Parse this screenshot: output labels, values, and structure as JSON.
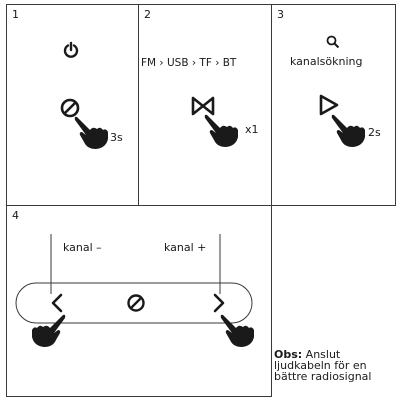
{
  "panels": [
    {
      "number": "1",
      "action": "power",
      "duration": "3s"
    },
    {
      "number": "2",
      "mode_sequence": "FM › USB › TF › BT",
      "action": "mode",
      "repeat": "x1"
    },
    {
      "number": "3",
      "label": "kanalsökning",
      "action": "scan",
      "duration": "2s"
    },
    {
      "number": "4",
      "channel_down_label": "kanal –",
      "channel_up_label": "kanal +",
      "center_symbol": "no-entry"
    }
  ],
  "note": {
    "title": "Obs:",
    "text": "Anslut ljudkabeln för en bättre radiosignal"
  },
  "icons": {
    "power": "power-icon",
    "search": "search-icon",
    "hand": "pointing-hand-icon",
    "mode": "bowtie-mode-icon",
    "play": "play-outline-icon",
    "prev": "chevron-left-icon",
    "next": "chevron-right-icon",
    "pause": "pause-slash-icon"
  },
  "colors": {
    "line": "#3a3a3a",
    "ink": "#1a1a1a"
  }
}
